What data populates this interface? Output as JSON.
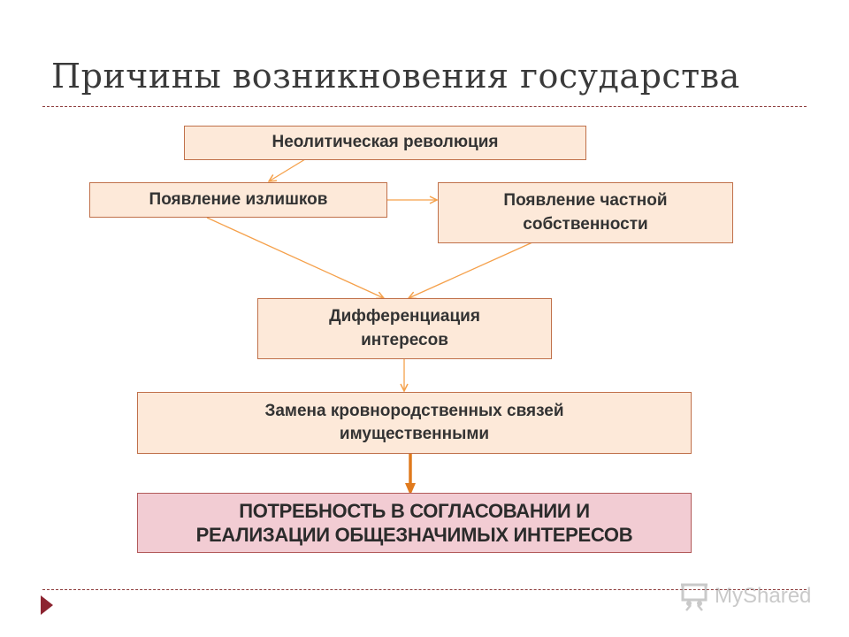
{
  "slide": {
    "title": "Причины возникновения государства"
  },
  "diagram": {
    "nodes": {
      "neolithic": "Неолитическая революция",
      "surplus": "Появление излишков",
      "private_property_l1": "Появление частной",
      "private_property_l2": "собственности",
      "differentiation_l1": "Дифференциация",
      "differentiation_l2": "интересов",
      "replacement_l1": "Замена кровнородственных связей",
      "replacement_l2": "имущественными",
      "need_l1": "ПОТРЕБНОСТЬ В СОГЛАСОВАНИИ И",
      "need_l2": "РЕАЛИЗАЦИИ ОБЩЕЗНАЧИМЫХ ИНТЕРЕСОВ"
    },
    "colors": {
      "box_fill": "#fde9d9",
      "box_border": "#c0704a",
      "final_fill": "#f2ccd3",
      "arrow": "#f5a04a",
      "thick_arrow": "#e07a1e",
      "accent": "#8c2430"
    }
  },
  "footer": {
    "logo_text": "MyShared",
    "logo_icon": "presentation-board-icon",
    "nav_icon": "triangle-right-icon"
  }
}
